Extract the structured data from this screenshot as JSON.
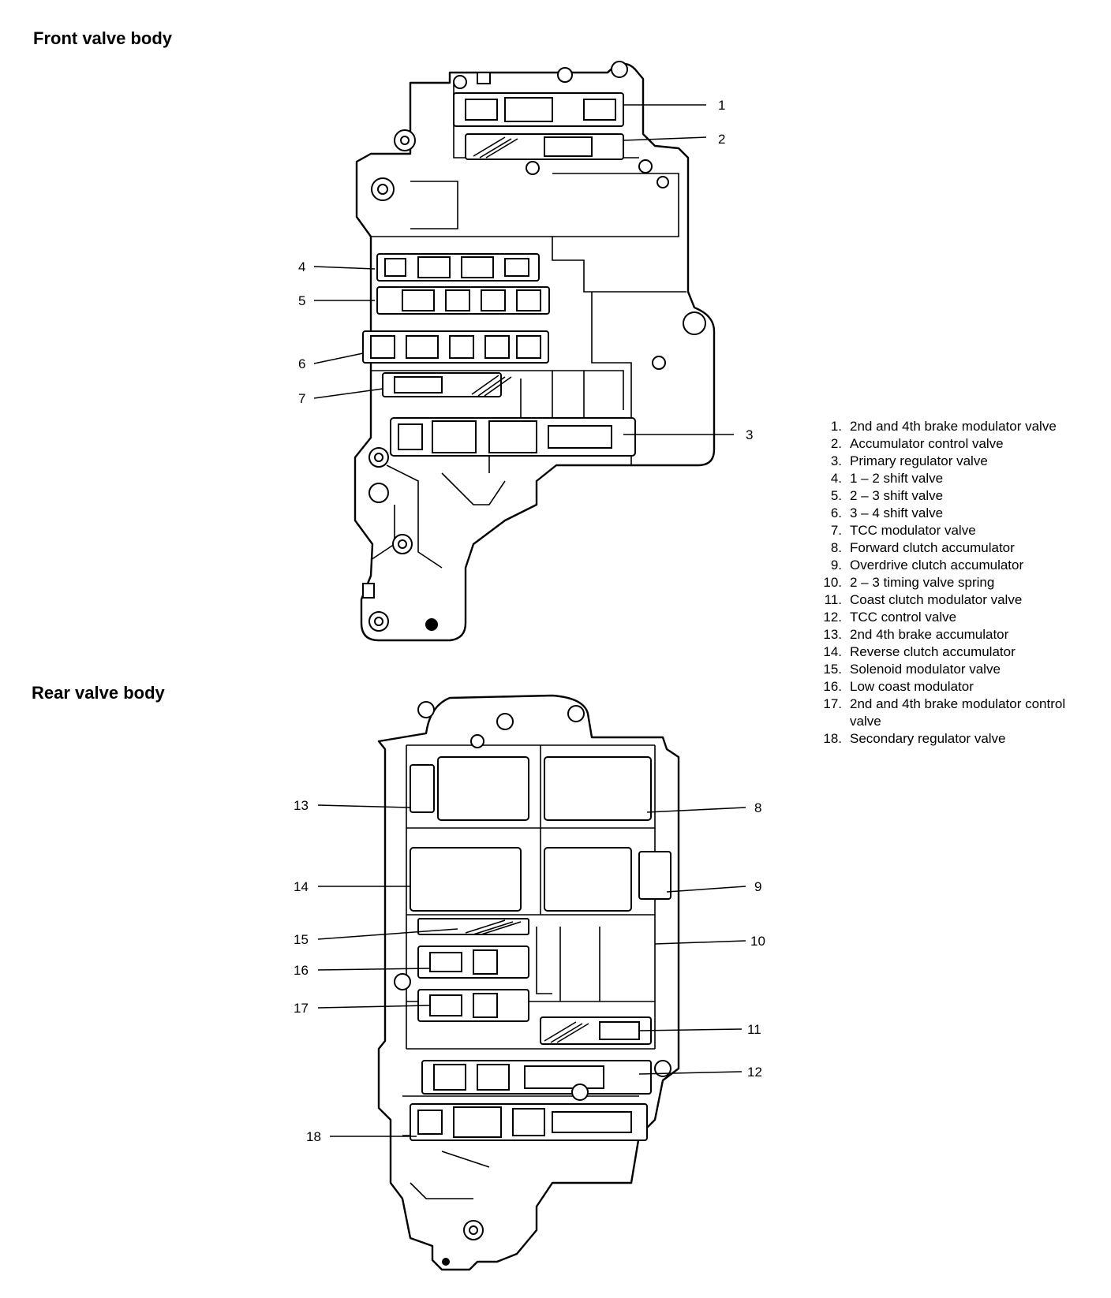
{
  "titles": {
    "front": "Front valve body",
    "rear": "Rear valve body"
  },
  "callouts": {
    "front": [
      "1",
      "2",
      "4",
      "5",
      "6",
      "7",
      "3"
    ],
    "rear": [
      "13",
      "14",
      "15",
      "16",
      "17",
      "18",
      "8",
      "9",
      "10",
      "11",
      "12"
    ]
  },
  "legend": [
    {
      "num": "1.",
      "text": "2nd and 4th brake modulator valve"
    },
    {
      "num": "2.",
      "text": "Accumulator control valve"
    },
    {
      "num": "3.",
      "text": "Primary regulator valve"
    },
    {
      "num": "4.",
      "text": "1 – 2 shift valve"
    },
    {
      "num": "5.",
      "text": "2 – 3 shift valve"
    },
    {
      "num": "6.",
      "text": "3 – 4 shift valve"
    },
    {
      "num": "7.",
      "text": "TCC modulator valve"
    },
    {
      "num": "8.",
      "text": "Forward clutch accumulator"
    },
    {
      "num": "9.",
      "text": "Overdrive clutch accumulator"
    },
    {
      "num": "10.",
      "text": "2 – 3 timing valve spring"
    },
    {
      "num": "11.",
      "text": "Coast clutch modulator valve"
    },
    {
      "num": "12.",
      "text": "TCC control valve"
    },
    {
      "num": "13.",
      "text": "2nd 4th brake accumulator"
    },
    {
      "num": "14.",
      "text": "Reverse clutch accumulator"
    },
    {
      "num": "15.",
      "text": "Solenoid modulator valve"
    },
    {
      "num": "16.",
      "text": "Low coast modulator"
    },
    {
      "num": "17.",
      "text": "2nd and 4th brake modulator control valve"
    },
    {
      "num": "18.",
      "text": "Secondary regulator valve"
    }
  ]
}
